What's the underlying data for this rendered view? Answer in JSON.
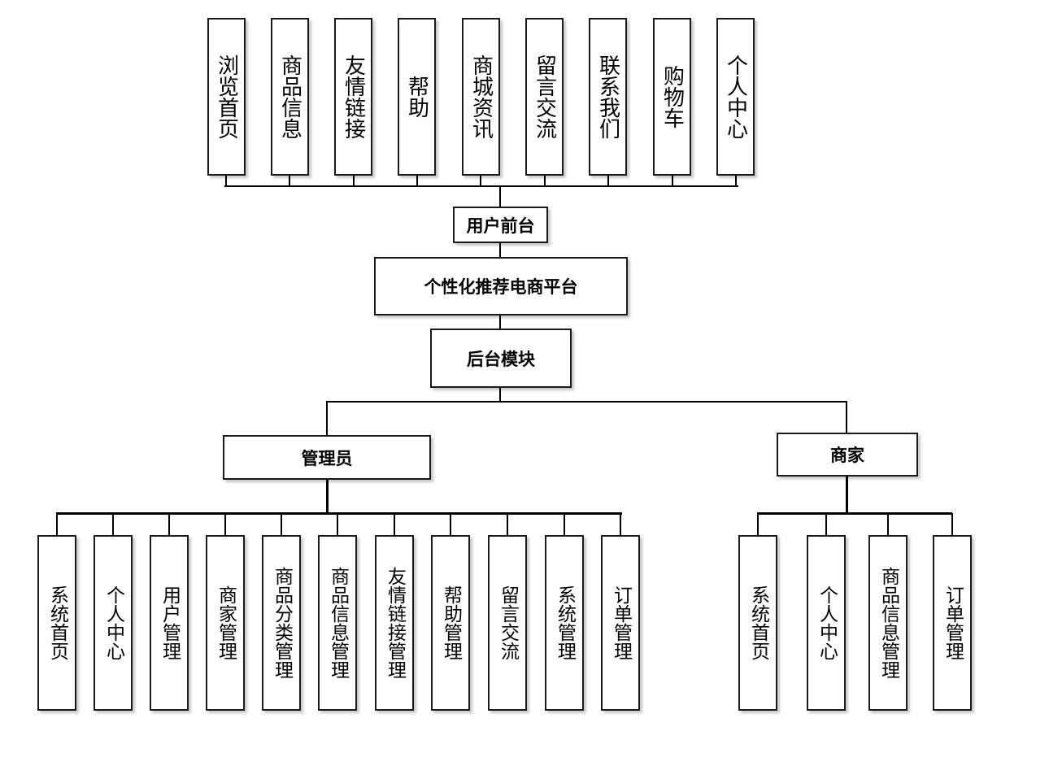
{
  "front": {
    "label": "用户前台",
    "items": [
      "浏览首页",
      "商品信息",
      "友情链接",
      "帮助",
      "商城资讯",
      "留言交流",
      "联系我们",
      "购物车",
      "个人中心"
    ]
  },
  "platform": {
    "label": "个性化推荐电商平台"
  },
  "backend": {
    "label": "后台模块"
  },
  "admin": {
    "label": "管理员",
    "items": [
      "系统首页",
      "个人中心",
      "用户管理",
      "商家管理",
      "商品分类管理",
      "商品信息管理",
      "友情链接管理",
      "帮助管理",
      "留言交流",
      "系统管理",
      "订单管理"
    ]
  },
  "merchant": {
    "label": "商家",
    "items": [
      "系统首页",
      "个人中心",
      "商品信息管理",
      "订单管理"
    ]
  }
}
